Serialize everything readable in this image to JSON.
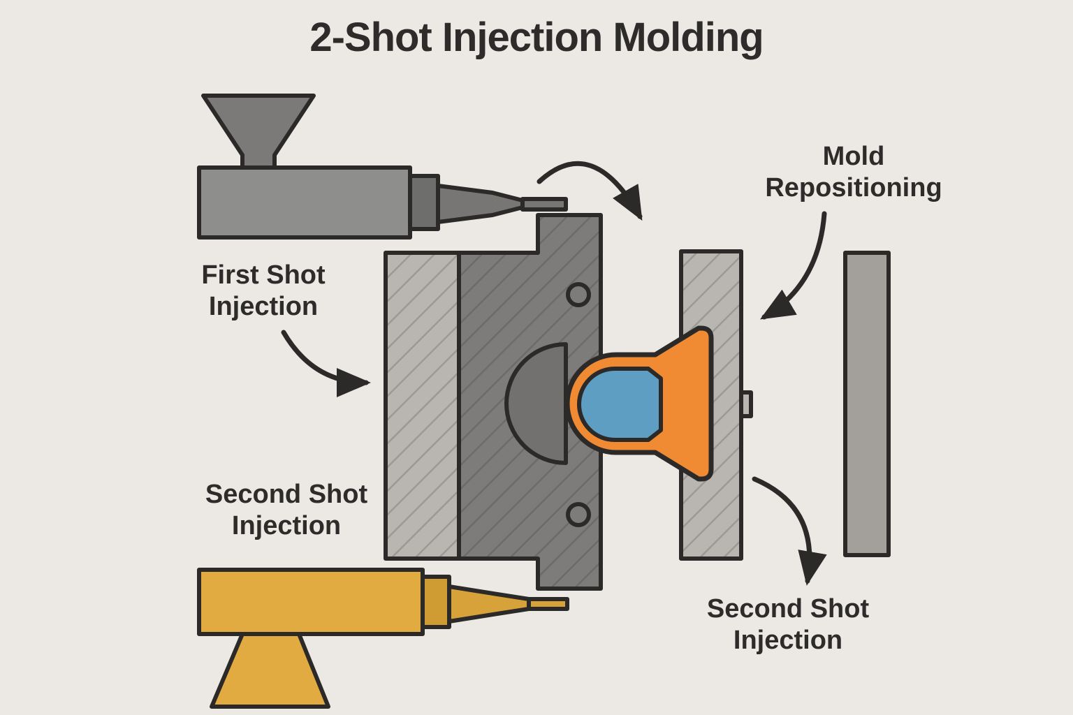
{
  "title": "2-Shot Injection Molding",
  "labels": {
    "first_shot": "First Shot\nInjection",
    "second_shot_left": "Second Shot\nInjection",
    "mold_repositioning": "Mold\nRepositioning",
    "second_shot_right": "Second Shot\nInjection"
  },
  "colors": {
    "background": "#ece9e5",
    "outline": "#2b2a28",
    "text": "#2d2c2a",
    "barrel-gray": "#8e8e8c",
    "barrel-cap-gray": "#6e6e6c",
    "nozzle-gray": "#777674",
    "hopper-gray": "#7b7a78",
    "plate-light": "#b9b6b1",
    "plate-hatch": "#9c9994",
    "block-dark": "#7d7c7a",
    "block-hatch": "#6c6b69",
    "core-gray": "#727170",
    "far-plate-gray": "#a3a09c",
    "part-orange": "#f08a33",
    "part-blue": "#5e9ec2",
    "barrel-yellow": "#e2ab42",
    "barrel-cap-yellow": "#cf9c34",
    "nozzle-yellow": "#d8a23b"
  }
}
